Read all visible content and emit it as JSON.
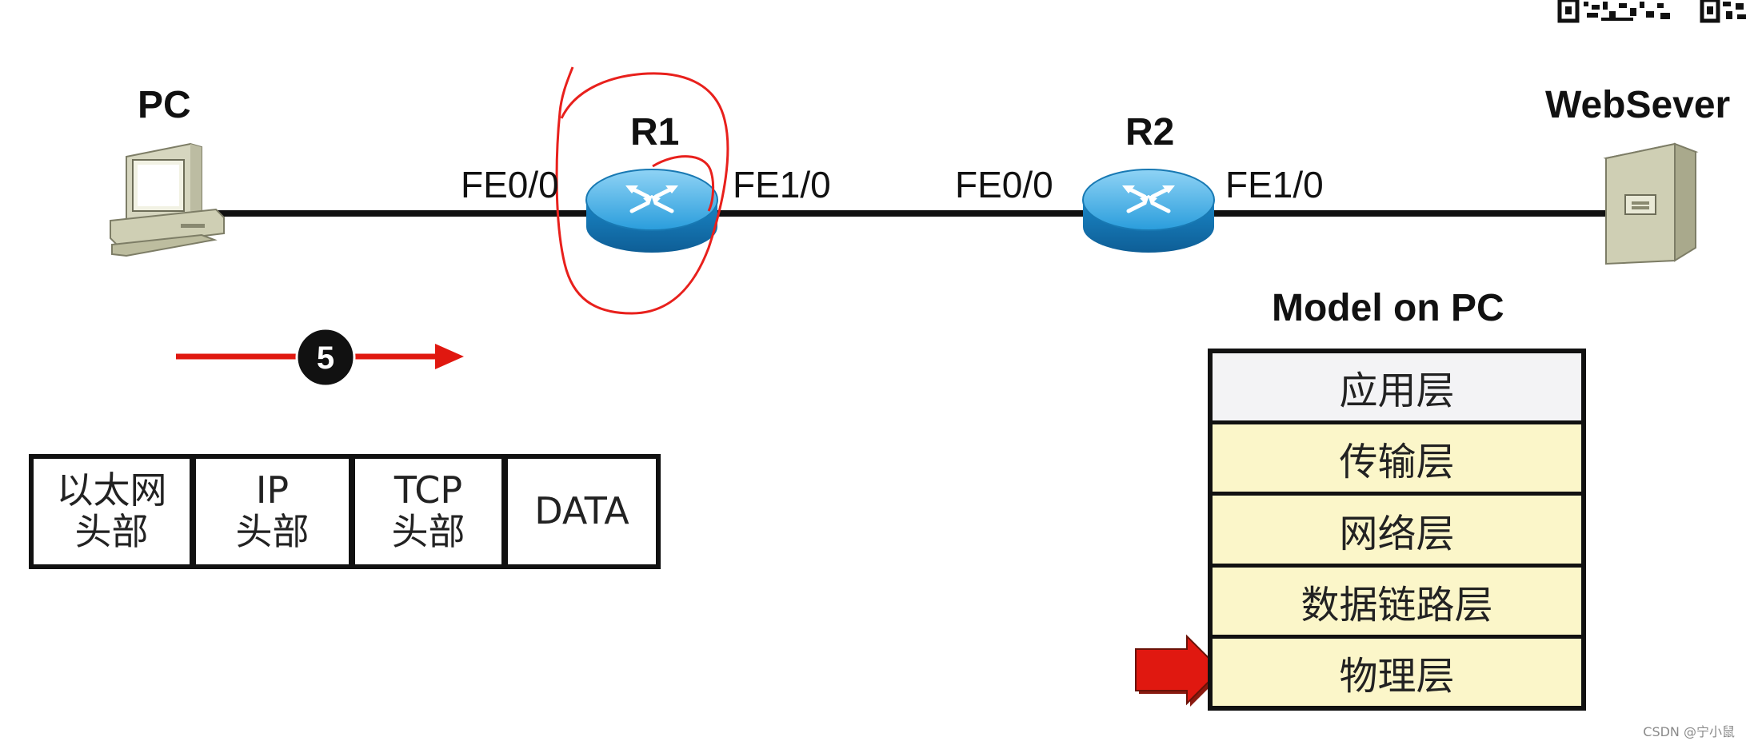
{
  "nodes": {
    "pc": "PC",
    "r1": "R1",
    "r2": "R2",
    "server": "WebSever"
  },
  "ports": {
    "r1_left": "FE0/0",
    "r1_right": "FE1/0",
    "r2_left": "FE0/0",
    "r2_right": "FE1/0"
  },
  "step": {
    "number": "5"
  },
  "packet": {
    "cells": [
      {
        "line1": "以太网",
        "line2": "头部"
      },
      {
        "line1": "IP",
        "line2": "头部"
      },
      {
        "line1": "TCP",
        "line2": "头部"
      },
      {
        "line1": "DATA",
        "line2": ""
      }
    ]
  },
  "model": {
    "title": "Model on PC",
    "layers": [
      "应用层",
      "传输层",
      "网络层",
      "数据链路层",
      "物理层"
    ],
    "current_layer_index": 4
  },
  "colors": {
    "arrow_red": "#e01810",
    "annotation_red": "#e8201c",
    "router_blue": "#1c8ed0",
    "layer_fill": "#fbf6c9",
    "top_layer_fill": "#f3f3f5"
  },
  "watermark": "CSDN @宁小鼠"
}
